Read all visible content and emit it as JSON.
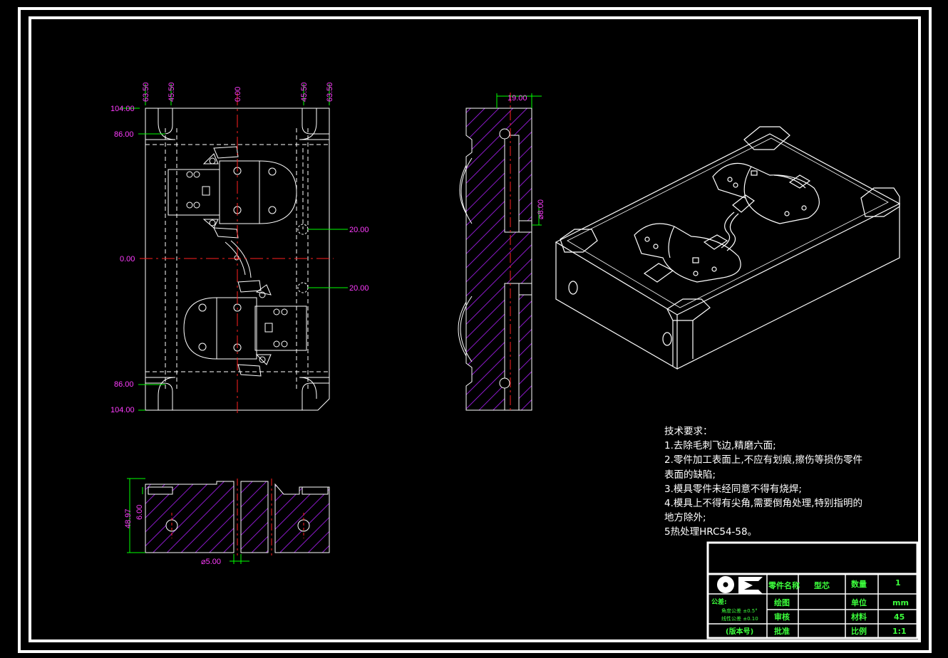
{
  "dimensions": {
    "top_view_x": [
      "63.50",
      "45.50",
      "0.00",
      "45.50",
      "63.50"
    ],
    "top_view_y_top": [
      "104.00",
      "86.00"
    ],
    "origin_y": "0.00",
    "top_view_y_bottom": [
      "86.00",
      "104.00"
    ],
    "hole_offset_upper": "20.00",
    "hole_offset_lower": "20.00",
    "side_view_width": "19.00",
    "side_view_hole": "⌀8.00",
    "front_height_total": "48.97",
    "front_height_step": "6.00",
    "front_hole": "⌀5.00"
  },
  "tech_requirements": {
    "title": "技术要求：",
    "items": [
      "1.去除毛刺飞边,精磨六面;",
      "2.零件加工表面上,不应有划痕,擦伤等损伤零件",
      "表面的缺陷;",
      "3.模具零件未经同意不得有烧焊;",
      "4.模具上不得有尖角,需要倒角处理,特别指明的",
      "地方除外;",
      "5热处理HRC54-58。"
    ]
  },
  "title_block": {
    "part_name_label": "零件名称",
    "part_name_value": "型芯",
    "quantity_label": "数量",
    "quantity_value": "1",
    "drawing_label": "绘图",
    "unit_label": "单位",
    "unit_value": "mm",
    "review_label": "审核",
    "material_label": "材料",
    "material_value": "45",
    "approve_label": "批准",
    "scale_label": "比例",
    "scale_value": "1:1",
    "tolerance_label": "公差:",
    "tolerance_line1": "角度公差 ±0.5°",
    "tolerance_line2": "线性公差 ±0.10",
    "version_label": "(版本号)"
  },
  "colors": {
    "background": "#000000",
    "outline": "#ffffff",
    "dimension": "#ff3cff",
    "leader": "#00ff00",
    "centerline": "#ff2020",
    "hatch": "#a020ff",
    "title_text": "#3cff3c"
  }
}
